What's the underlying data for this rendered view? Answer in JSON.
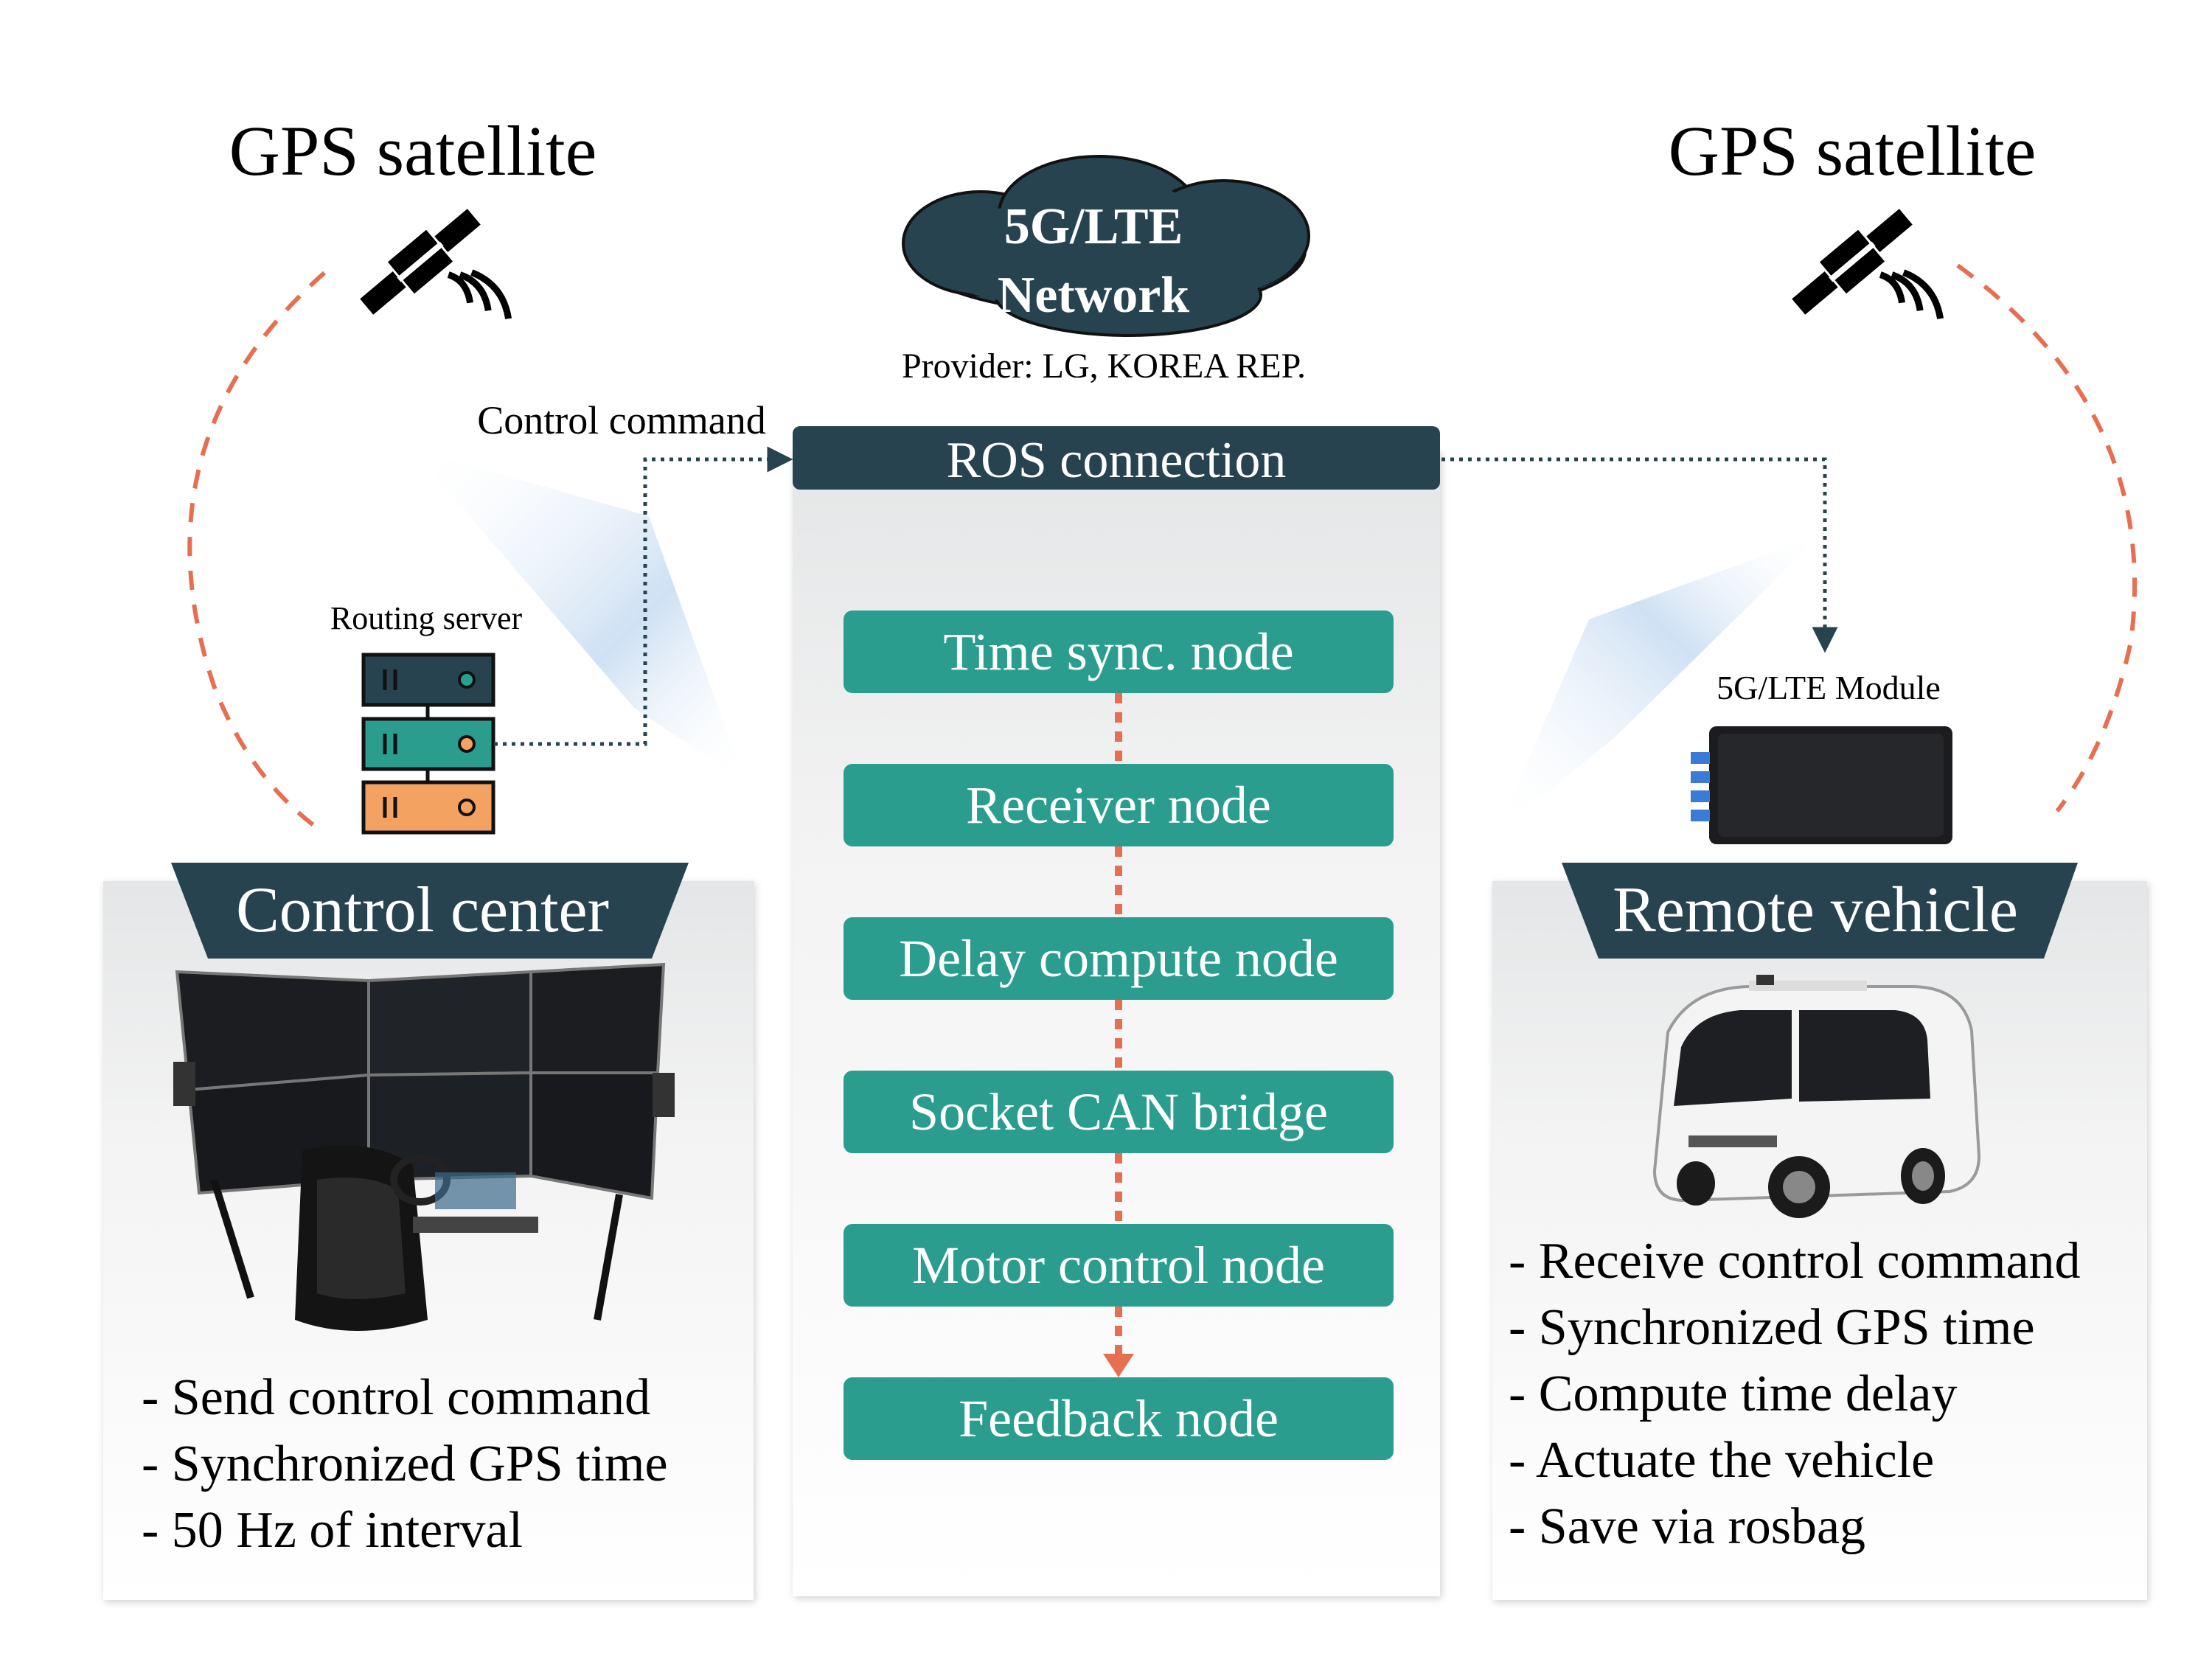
{
  "colors": {
    "dark_navy": "#27434f",
    "teal": "#2a9d8f",
    "orange": "#f4a261",
    "arrow_orange": "#e76f51",
    "panel_bg": "#f2f2f2",
    "text": "#111111",
    "white": "#ffffff"
  },
  "left": {
    "gps_title": "GPS satellite",
    "gps_icon": "satellite-icon",
    "routing_label": "Routing server",
    "server_icon": "server-rack-icon",
    "panel_title": "Control center",
    "photo": "driving-simulator-photo",
    "bullets": [
      "- Send control command",
      "- Synchronized GPS time",
      "- 50 Hz of interval"
    ]
  },
  "center": {
    "cloud_line1": "5G/LTE",
    "cloud_line2": "Network",
    "cloud_icon": "cloud-icon",
    "provider": "Provider: LG, KOREA REP.",
    "control_command": "Control command",
    "header": "ROS connection",
    "nodes": [
      "Time sync. node",
      "Receiver node",
      "Delay compute node",
      "Socket CAN bridge",
      "Motor control node",
      "Feedback node"
    ]
  },
  "right": {
    "gps_title": "GPS satellite",
    "gps_icon": "satellite-icon",
    "module_label": "5G/LTE Module",
    "module_icon": "lte-module-photo",
    "panel_title": "Remote vehicle",
    "photo": "autonomous-shuttle-photo",
    "bullets": [
      "- Receive control command",
      "- Synchronized GPS time",
      "- Compute time delay",
      "- Actuate the vehicle",
      "- Save via rosbag"
    ]
  }
}
